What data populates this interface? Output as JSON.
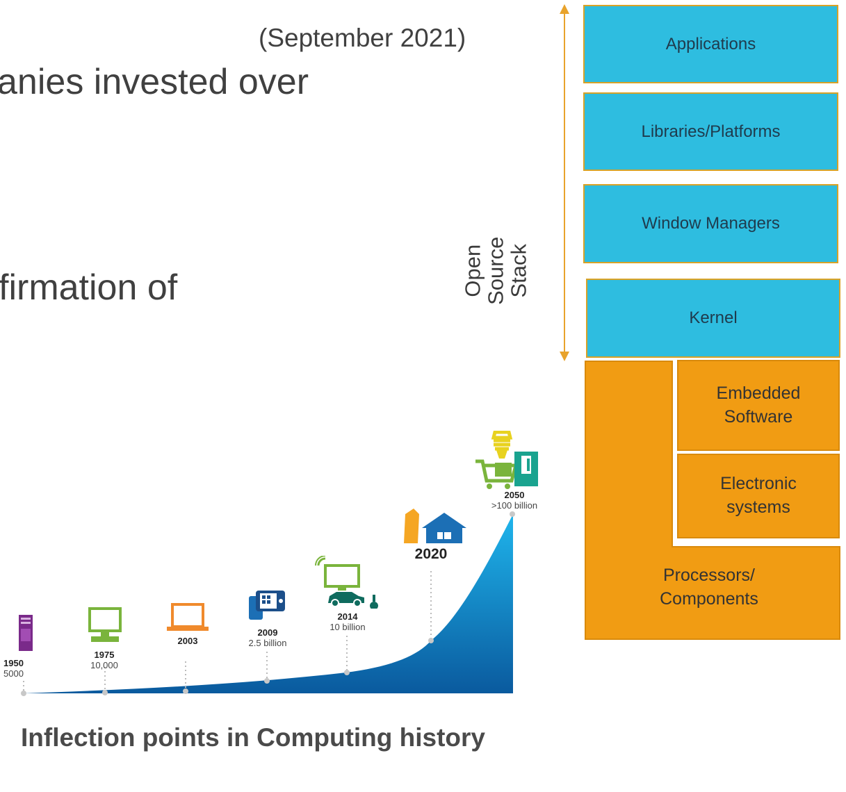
{
  "header": {
    "date": "(September 2021)",
    "line1_fragment": "anies invested over",
    "line2_fragment": "firmation of"
  },
  "stack": {
    "label_lines": [
      "Open",
      "Source",
      "Stack"
    ],
    "open_source_layers": [
      "Applications",
      "Libraries/Platforms",
      "Window Managers",
      "Kernel"
    ],
    "hardware_layers": [
      "Embedded Software",
      "Electronic systems",
      "Processors/ Components"
    ],
    "colors": {
      "software": "#2ebde0",
      "hardware": "#f19c13",
      "arrow": "#e8a32c"
    }
  },
  "timeline": {
    "caption": "Inflection points in Computing history",
    "milestones": [
      {
        "year": "1950",
        "count": "5000",
        "icon": "mainframe-icon"
      },
      {
        "year": "1975",
        "count": "10,000",
        "icon": "desktop-computer-icon"
      },
      {
        "year": "2003",
        "count": "",
        "icon": "laptop-icon"
      },
      {
        "year": "2009",
        "count": "2.5 billion",
        "icon": "smartphone-icon"
      },
      {
        "year": "2014",
        "count": "10 billion",
        "icon": "smart-tv-car-plug-icon"
      },
      {
        "year": "2020",
        "count": "",
        "icon": "smart-home-icon"
      },
      {
        "year": "2050",
        "count": ">100 billion",
        "icon": "shopping-cart-lightbulb-icon"
      }
    ],
    "colors": {
      "curve_top": "#1fb5ec",
      "curve_bottom": "#0a5a9e"
    }
  }
}
